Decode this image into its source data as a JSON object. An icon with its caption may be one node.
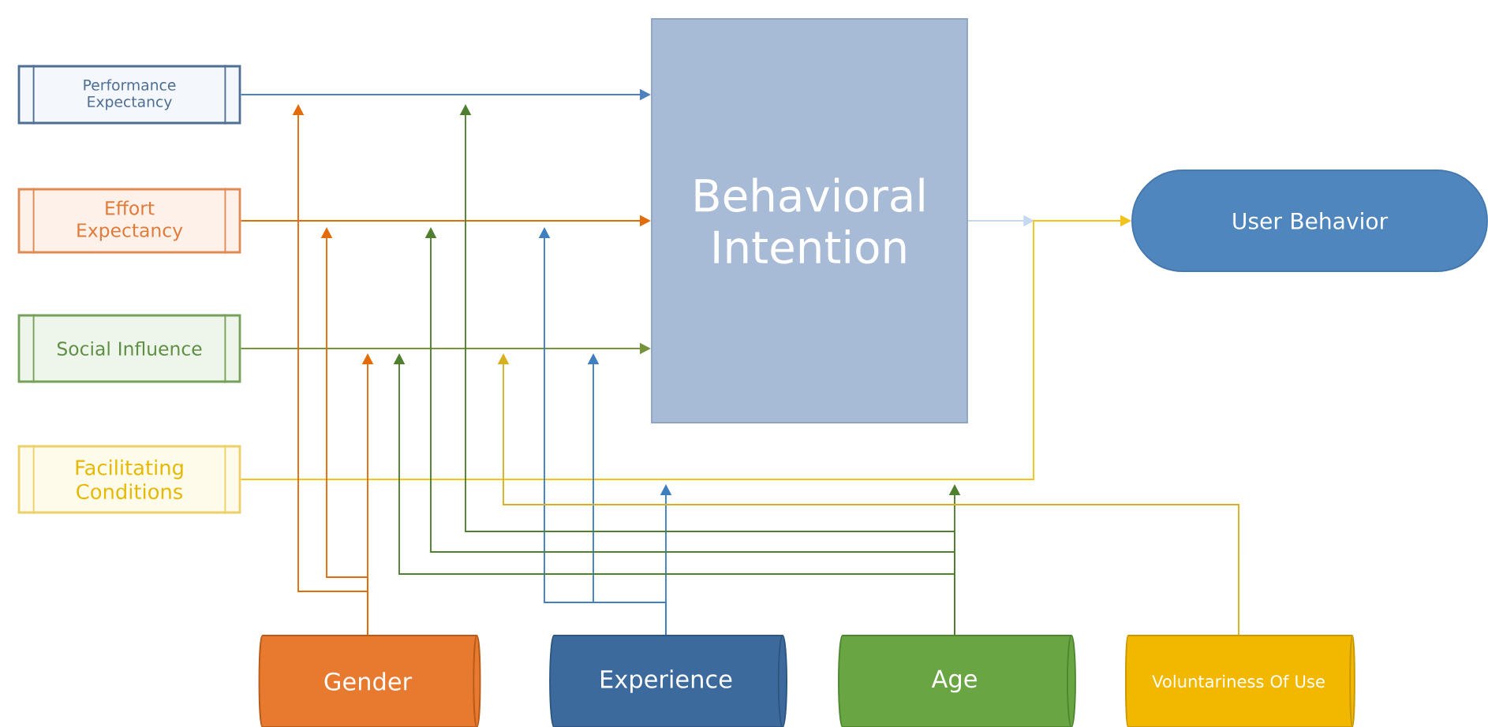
{
  "diagram": {
    "nodes": [
      {
        "text": [
          "Performance Expectancy"
        ]
      },
      {
        "text": [
          "Effort Expectancy"
        ]
      },
      {
        "text": [
          "Social Influence"
        ]
      },
      {
        "text": [
          "Facilitating Conditions"
        ]
      },
      {
        "text": [
          "Behavioral Intention"
        ]
      },
      {
        "text": [
          "User Behavior"
        ]
      },
      {
        "text": [
          "Gender"
        ]
      },
      {
        "text": [
          "Experience"
        ]
      },
      {
        "text": [
          "Age"
        ]
      },
      {
        "text": [
          "Voluntariness Of Use"
        ]
      }
    ],
    "edges": [
      {
        "from": 0,
        "to": 4,
        "arrow": "to",
        "color": "#4f81bd"
      },
      {
        "from": 1,
        "to": 4,
        "arrow": "to",
        "color": "#e36c0a"
      },
      {
        "from": 2,
        "to": 4,
        "arrow": "to",
        "color": "#77933c"
      },
      {
        "from": 3,
        "to": 5,
        "arrow": "to",
        "color": "#f2c318"
      },
      {
        "from": 4,
        "to": 5,
        "arrow": "to",
        "color": "#c6d9f1"
      },
      {
        "from": 6,
        "to": null,
        "arrow": "to",
        "color": "#e36c0a"
      },
      {
        "from": 6,
        "to": null,
        "arrow": "to",
        "color": "#e36c0a"
      },
      {
        "from": 6,
        "to": null,
        "arrow": "to",
        "color": "#e36c0a"
      },
      {
        "from": 7,
        "to": null,
        "arrow": "to",
        "color": "#3f7fbf"
      },
      {
        "from": 7,
        "to": null,
        "arrow": "to",
        "color": "#3f7fbf"
      },
      {
        "from": 7,
        "to": null,
        "arrow": "to",
        "color": "#3f7fbf"
      },
      {
        "from": 8,
        "to": null,
        "arrow": "to",
        "color": "#4f7f2f"
      },
      {
        "from": 8,
        "to": null,
        "arrow": "to",
        "color": "#4f7f2f"
      },
      {
        "from": 8,
        "to": null,
        "arrow": "to",
        "color": "#4f7f2f"
      },
      {
        "from": 8,
        "to": null,
        "arrow": "to",
        "color": "#4f7f2f"
      },
      {
        "from": 9,
        "to": null,
        "arrow": "to",
        "color": "#d6b020"
      }
    ]
  }
}
